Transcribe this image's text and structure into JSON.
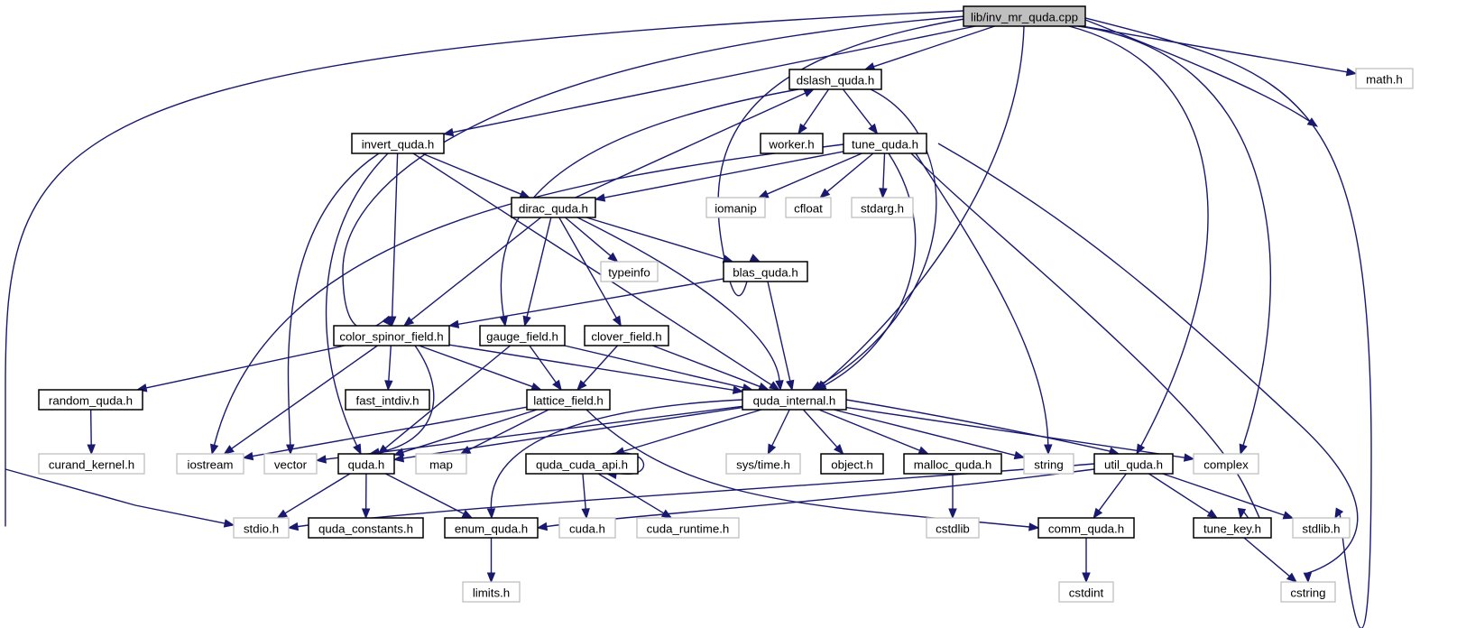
{
  "title": "lib/inv_mr_quda.cpp include dependency graph",
  "colors": {
    "edge": "#191970",
    "root_fill": "#bfbfbf",
    "doc_border": "#000000",
    "external_border": "#bfbfbf"
  },
  "nodes": [
    {
      "id": "root",
      "label": "lib/inv_mr_quda.cpp",
      "kind": "root"
    },
    {
      "id": "dslash_quda",
      "label": "dslash_quda.h",
      "kind": "doc"
    },
    {
      "id": "math",
      "label": "math.h",
      "kind": "ext"
    },
    {
      "id": "invert_quda",
      "label": "invert_quda.h",
      "kind": "doc"
    },
    {
      "id": "worker",
      "label": "worker.h",
      "kind": "doc"
    },
    {
      "id": "tune_quda",
      "label": "tune_quda.h",
      "kind": "doc"
    },
    {
      "id": "dirac_quda",
      "label": "dirac_quda.h",
      "kind": "doc"
    },
    {
      "id": "iomanip",
      "label": "iomanip",
      "kind": "ext"
    },
    {
      "id": "cfloat",
      "label": "cfloat",
      "kind": "ext"
    },
    {
      "id": "stdarg",
      "label": "stdarg.h",
      "kind": "ext"
    },
    {
      "id": "typeinfo",
      "label": "typeinfo",
      "kind": "ext"
    },
    {
      "id": "blas_quda",
      "label": "blas_quda.h",
      "kind": "doc"
    },
    {
      "id": "color_spinor_field",
      "label": "color_spinor_field.h",
      "kind": "doc"
    },
    {
      "id": "gauge_field",
      "label": "gauge_field.h",
      "kind": "doc"
    },
    {
      "id": "clover_field",
      "label": "clover_field.h",
      "kind": "doc"
    },
    {
      "id": "random_quda",
      "label": "random_quda.h",
      "kind": "doc"
    },
    {
      "id": "fast_intdiv",
      "label": "fast_intdiv.h",
      "kind": "doc"
    },
    {
      "id": "lattice_field",
      "label": "lattice_field.h",
      "kind": "doc"
    },
    {
      "id": "quda_internal",
      "label": "quda_internal.h",
      "kind": "doc"
    },
    {
      "id": "curand_kernel",
      "label": "curand_kernel.h",
      "kind": "ext"
    },
    {
      "id": "iostream",
      "label": "iostream",
      "kind": "ext"
    },
    {
      "id": "vector",
      "label": "vector",
      "kind": "ext"
    },
    {
      "id": "quda",
      "label": "quda.h",
      "kind": "doc"
    },
    {
      "id": "map",
      "label": "map",
      "kind": "ext"
    },
    {
      "id": "quda_cuda_api",
      "label": "quda_cuda_api.h",
      "kind": "doc"
    },
    {
      "id": "sys_time",
      "label": "sys/time.h",
      "kind": "ext"
    },
    {
      "id": "object",
      "label": "object.h",
      "kind": "doc"
    },
    {
      "id": "malloc_quda",
      "label": "malloc_quda.h",
      "kind": "doc"
    },
    {
      "id": "string",
      "label": "string",
      "kind": "ext"
    },
    {
      "id": "util_quda",
      "label": "util_quda.h",
      "kind": "doc"
    },
    {
      "id": "complex",
      "label": "complex",
      "kind": "ext"
    },
    {
      "id": "stdio",
      "label": "stdio.h",
      "kind": "ext"
    },
    {
      "id": "quda_constants",
      "label": "quda_constants.h",
      "kind": "doc"
    },
    {
      "id": "enum_quda",
      "label": "enum_quda.h",
      "kind": "doc"
    },
    {
      "id": "cuda",
      "label": "cuda.h",
      "kind": "ext"
    },
    {
      "id": "cuda_runtime",
      "label": "cuda_runtime.h",
      "kind": "ext"
    },
    {
      "id": "cstdlib",
      "label": "cstdlib",
      "kind": "ext"
    },
    {
      "id": "comm_quda",
      "label": "comm_quda.h",
      "kind": "doc"
    },
    {
      "id": "tune_key",
      "label": "tune_key.h",
      "kind": "doc"
    },
    {
      "id": "stdlib",
      "label": "stdlib.h",
      "kind": "ext"
    },
    {
      "id": "limits",
      "label": "limits.h",
      "kind": "ext"
    },
    {
      "id": "cstdint",
      "label": "cstdint",
      "kind": "ext"
    },
    {
      "id": "cstring",
      "label": "cstring",
      "kind": "ext"
    }
  ],
  "edges": [
    [
      "root",
      "dslash_quda"
    ],
    [
      "root",
      "math"
    ],
    [
      "root",
      "invert_quda"
    ],
    [
      "root",
      "color_spinor_field"
    ],
    [
      "root",
      "blas_quda"
    ],
    [
      "root",
      "quda_internal"
    ],
    [
      "root",
      "util_quda"
    ],
    [
      "root",
      "complex"
    ],
    [
      "root",
      "stdlib"
    ],
    [
      "root",
      "cstring"
    ],
    [
      "root",
      "stdio"
    ],
    [
      "dslash_quda",
      "worker"
    ],
    [
      "dslash_quda",
      "tune_quda"
    ],
    [
      "dslash_quda",
      "gauge_field"
    ],
    [
      "dslash_quda",
      "quda_internal"
    ],
    [
      "invert_quda",
      "dirac_quda"
    ],
    [
      "invert_quda",
      "color_spinor_field"
    ],
    [
      "invert_quda",
      "quda_internal"
    ],
    [
      "invert_quda",
      "vector"
    ],
    [
      "invert_quda",
      "quda"
    ],
    [
      "tune_quda",
      "dirac_quda"
    ],
    [
      "tune_quda",
      "iomanip"
    ],
    [
      "tune_quda",
      "cfloat"
    ],
    [
      "tune_quda",
      "stdarg"
    ],
    [
      "tune_quda",
      "iostream"
    ],
    [
      "tune_quda",
      "quda_internal"
    ],
    [
      "tune_quda",
      "string"
    ],
    [
      "tune_quda",
      "tune_key"
    ],
    [
      "tune_quda",
      "cstring"
    ],
    [
      "dirac_quda",
      "dslash_quda"
    ],
    [
      "dirac_quda",
      "color_spinor_field"
    ],
    [
      "dirac_quda",
      "gauge_field"
    ],
    [
      "dirac_quda",
      "clover_field"
    ],
    [
      "dirac_quda",
      "typeinfo"
    ],
    [
      "dirac_quda",
      "blas_quda"
    ],
    [
      "dirac_quda",
      "quda_internal"
    ],
    [
      "blas_quda",
      "color_spinor_field"
    ],
    [
      "blas_quda",
      "quda_internal"
    ],
    [
      "color_spinor_field",
      "random_quda"
    ],
    [
      "color_spinor_field",
      "iostream"
    ],
    [
      "color_spinor_field",
      "fast_intdiv"
    ],
    [
      "color_spinor_field",
      "quda"
    ],
    [
      "color_spinor_field",
      "lattice_field"
    ],
    [
      "color_spinor_field",
      "quda_internal"
    ],
    [
      "gauge_field",
      "quda"
    ],
    [
      "gauge_field",
      "lattice_field"
    ],
    [
      "gauge_field",
      "quda_internal"
    ],
    [
      "clover_field",
      "lattice_field"
    ],
    [
      "clover_field",
      "quda_internal"
    ],
    [
      "random_quda",
      "curand_kernel"
    ],
    [
      "lattice_field",
      "iostream"
    ],
    [
      "lattice_field",
      "quda"
    ],
    [
      "lattice_field",
      "map"
    ],
    [
      "lattice_field",
      "comm_quda"
    ],
    [
      "quda_internal",
      "vector"
    ],
    [
      "quda_internal",
      "quda"
    ],
    [
      "quda_internal",
      "quda_cuda_api"
    ],
    [
      "quda_internal",
      "enum_quda"
    ],
    [
      "quda_internal",
      "sys_time"
    ],
    [
      "quda_internal",
      "object"
    ],
    [
      "quda_internal",
      "malloc_quda"
    ],
    [
      "quda_internal",
      "string"
    ],
    [
      "quda_internal",
      "util_quda"
    ],
    [
      "quda_internal",
      "complex"
    ],
    [
      "quda",
      "stdio"
    ],
    [
      "quda",
      "quda_constants"
    ],
    [
      "quda",
      "enum_quda"
    ],
    [
      "quda_cuda_api",
      "quda_cuda_api"
    ],
    [
      "quda_cuda_api",
      "cuda"
    ],
    [
      "quda_cuda_api",
      "cuda_runtime"
    ],
    [
      "malloc_quda",
      "cstdlib"
    ],
    [
      "util_quda",
      "stdio"
    ],
    [
      "util_quda",
      "enum_quda"
    ],
    [
      "util_quda",
      "comm_quda"
    ],
    [
      "util_quda",
      "tune_key"
    ],
    [
      "util_quda",
      "stdlib"
    ],
    [
      "enum_quda",
      "limits"
    ],
    [
      "comm_quda",
      "cstdint"
    ],
    [
      "tune_key",
      "cstring"
    ]
  ]
}
